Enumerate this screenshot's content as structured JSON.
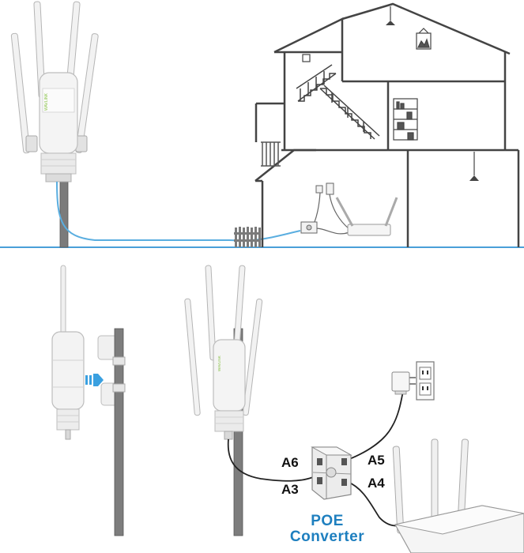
{
  "top_scene": {
    "extender_brand": "WAVLINK",
    "ground_color": "#4a9fd8",
    "cable_color": "#5aaee0"
  },
  "bottom_scene": {
    "ports": {
      "a6": "A6",
      "a5": "A5",
      "a3": "A3",
      "a4": "A4"
    },
    "converter_title": "POE",
    "converter_subtitle": "Converter",
    "label_color": "#1e7fbf",
    "arrow_color": "#3aa0e0"
  },
  "icons": [
    "arrow-right-icon",
    "power-plug-icon",
    "wall-socket-icon",
    "router-icon",
    "lamp-icon"
  ]
}
